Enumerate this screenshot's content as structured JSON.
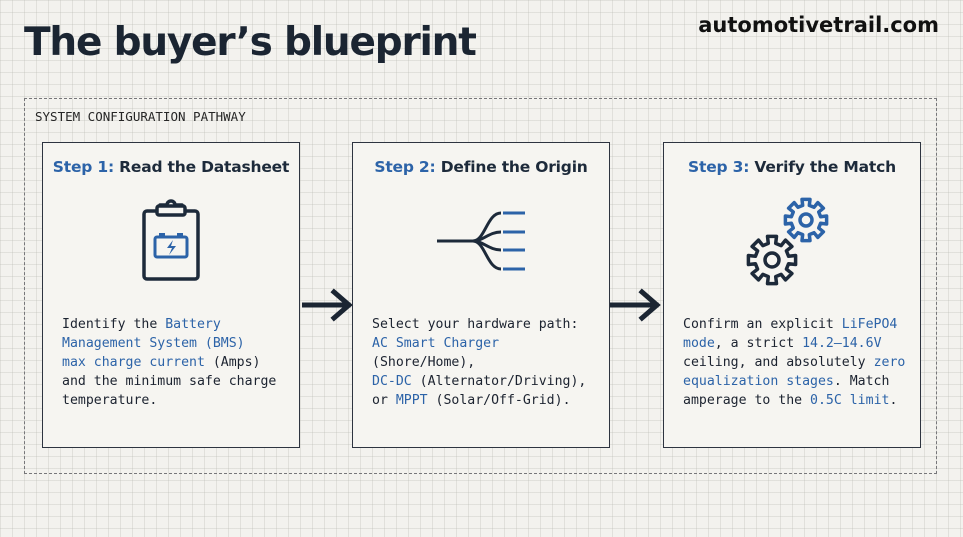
{
  "header": {
    "title": "The buyer’s blueprint",
    "site": "automotivetrail.com"
  },
  "pathway": {
    "label": "SYSTEM CONFIGURATION PATHWAY"
  },
  "steps": [
    {
      "step_label": "Step 1:",
      "title": " Read the Datasheet",
      "icon": "clipboard-battery-icon",
      "body": [
        {
          "t": "Identify the "
        },
        {
          "t": "Battery\nManagement System (BMS)\nmax charge current",
          "hl": true
        },
        {
          "t": " (Amps)\nand the minimum safe charge\ntemperature."
        }
      ]
    },
    {
      "step_label": "Step 2:",
      "title": " Define the Origin",
      "icon": "branching-paths-icon",
      "body": [
        {
          "t": "Select your hardware path:\n"
        },
        {
          "t": "AC Smart Charger",
          "hl": true
        },
        {
          "t": "\n(Shore/Home),\n"
        },
        {
          "t": "DC-DC",
          "hl": true
        },
        {
          "t": " (Alternator/Driving),\nor "
        },
        {
          "t": "MPPT",
          "hl": true
        },
        {
          "t": " (Solar/Off-Grid)."
        }
      ]
    },
    {
      "step_label": "Step 3:",
      "title": " Verify the Match",
      "icon": "gears-icon",
      "body": [
        {
          "t": "Confirm an explicit "
        },
        {
          "t": "LiFePO4\nmode",
          "hl": true
        },
        {
          "t": ", a strict "
        },
        {
          "t": "14.2–14.6V",
          "hl": true
        },
        {
          "t": "\nceiling, and absolutely "
        },
        {
          "t": "zero\nequalization stages",
          "hl": true
        },
        {
          "t": ". Match\namperage to the "
        },
        {
          "t": "0.5C limit",
          "hl": true
        },
        {
          "t": "."
        }
      ]
    }
  ],
  "colors": {
    "accent": "#2c63a8",
    "ink": "#1c2330"
  }
}
